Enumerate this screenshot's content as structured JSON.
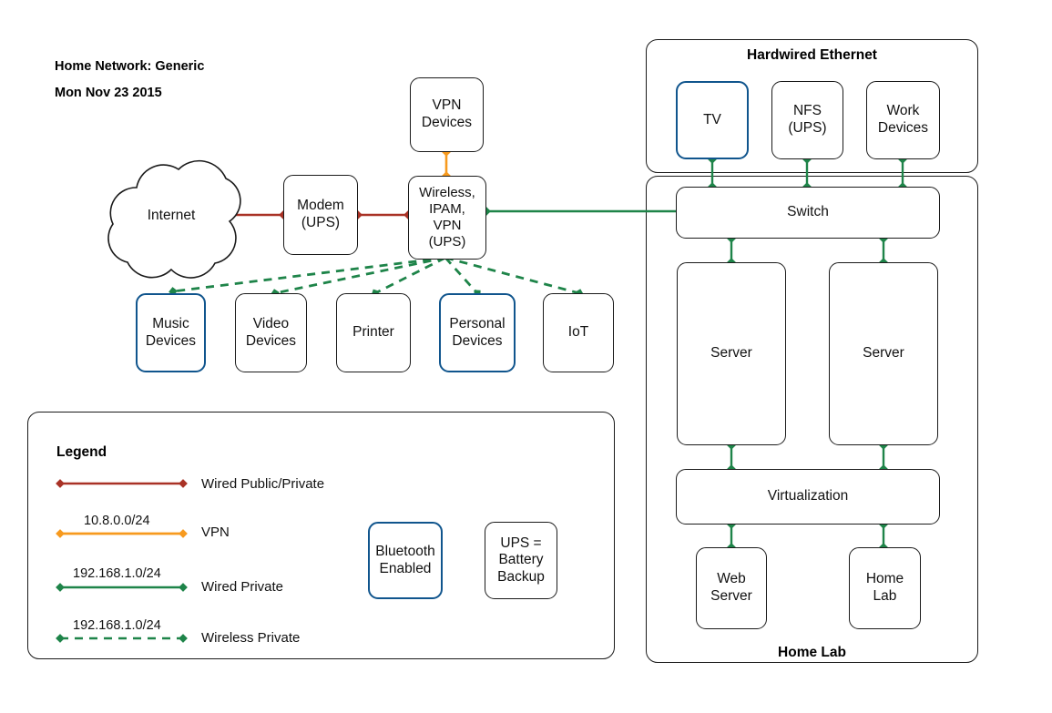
{
  "title": {
    "line1": "Home Network: Generic",
    "line2": "Mon Nov 23 2015"
  },
  "colors": {
    "wired_public": "#a93226",
    "vpn": "#f79a1e",
    "wired_private": "#1e8449",
    "wireless_private": "#1e8449",
    "bluetooth_border": "#10558d",
    "node_border": "#1a1a1a",
    "background": "#ffffff"
  },
  "cloud": {
    "label": "Internet"
  },
  "nodes": {
    "modem": "Modem\n(UPS)",
    "router": "Wireless,\nIPAM,\nVPN\n(UPS)",
    "vpn_devices": "VPN\nDevices",
    "music_devices": "Music\nDevices",
    "video_devices": "Video\nDevices",
    "printer": "Printer",
    "personal_devices": "Personal\nDevices",
    "iot": "IoT",
    "tv": "TV",
    "nfs": "NFS\n(UPS)",
    "work_devices": "Work\nDevices",
    "switch": "Switch",
    "server_left": "Server",
    "server_right": "Server",
    "virtualization": "Virtualization",
    "web_server": "Web\nServer",
    "home_lab_vm": "Home\nLab"
  },
  "panels": {
    "hardwired_ethernet": "Hardwired Ethernet",
    "home_lab": "Home Lab"
  },
  "legend": {
    "title": "Legend",
    "items": [
      {
        "label": "Wired Public/Private",
        "subnet": "",
        "style": "solid",
        "color": "#a93226"
      },
      {
        "label": "VPN",
        "subnet": "10.8.0.0/24",
        "style": "solid",
        "color": "#f79a1e"
      },
      {
        "label": "Wired Private",
        "subnet": "192.168.1.0/24",
        "style": "solid",
        "color": "#1e8449"
      },
      {
        "label": "Wireless Private",
        "subnet": "192.168.1.0/24",
        "style": "dashed",
        "color": "#1e8449"
      }
    ],
    "bluetooth_box": "Bluetooth\nEnabled",
    "ups_box": "UPS =\nBattery\nBackup"
  },
  "bluetooth_enabled_nodes": [
    "music_devices",
    "personal_devices",
    "tv"
  ],
  "connections": [
    {
      "from": "internet",
      "to": "modem",
      "type": "wired_public"
    },
    {
      "from": "modem",
      "to": "router",
      "type": "wired_public"
    },
    {
      "from": "vpn_devices",
      "to": "router",
      "type": "vpn"
    },
    {
      "from": "router",
      "to": "switch",
      "type": "wired_private"
    },
    {
      "from": "router",
      "to": "music_devices",
      "type": "wireless_private"
    },
    {
      "from": "router",
      "to": "video_devices",
      "type": "wireless_private"
    },
    {
      "from": "router",
      "to": "printer",
      "type": "wireless_private"
    },
    {
      "from": "router",
      "to": "personal_devices",
      "type": "wireless_private"
    },
    {
      "from": "router",
      "to": "iot",
      "type": "wireless_private"
    },
    {
      "from": "switch",
      "to": "tv",
      "type": "wired_private"
    },
    {
      "from": "switch",
      "to": "nfs",
      "type": "wired_private"
    },
    {
      "from": "switch",
      "to": "work_devices",
      "type": "wired_private"
    },
    {
      "from": "switch",
      "to": "server_left",
      "type": "wired_private"
    },
    {
      "from": "switch",
      "to": "server_right",
      "type": "wired_private"
    },
    {
      "from": "server_left",
      "to": "virtualization",
      "type": "wired_private"
    },
    {
      "from": "server_right",
      "to": "virtualization",
      "type": "wired_private"
    },
    {
      "from": "virtualization",
      "to": "web_server",
      "type": "wired_private"
    },
    {
      "from": "virtualization",
      "to": "home_lab_vm",
      "type": "wired_private"
    }
  ]
}
